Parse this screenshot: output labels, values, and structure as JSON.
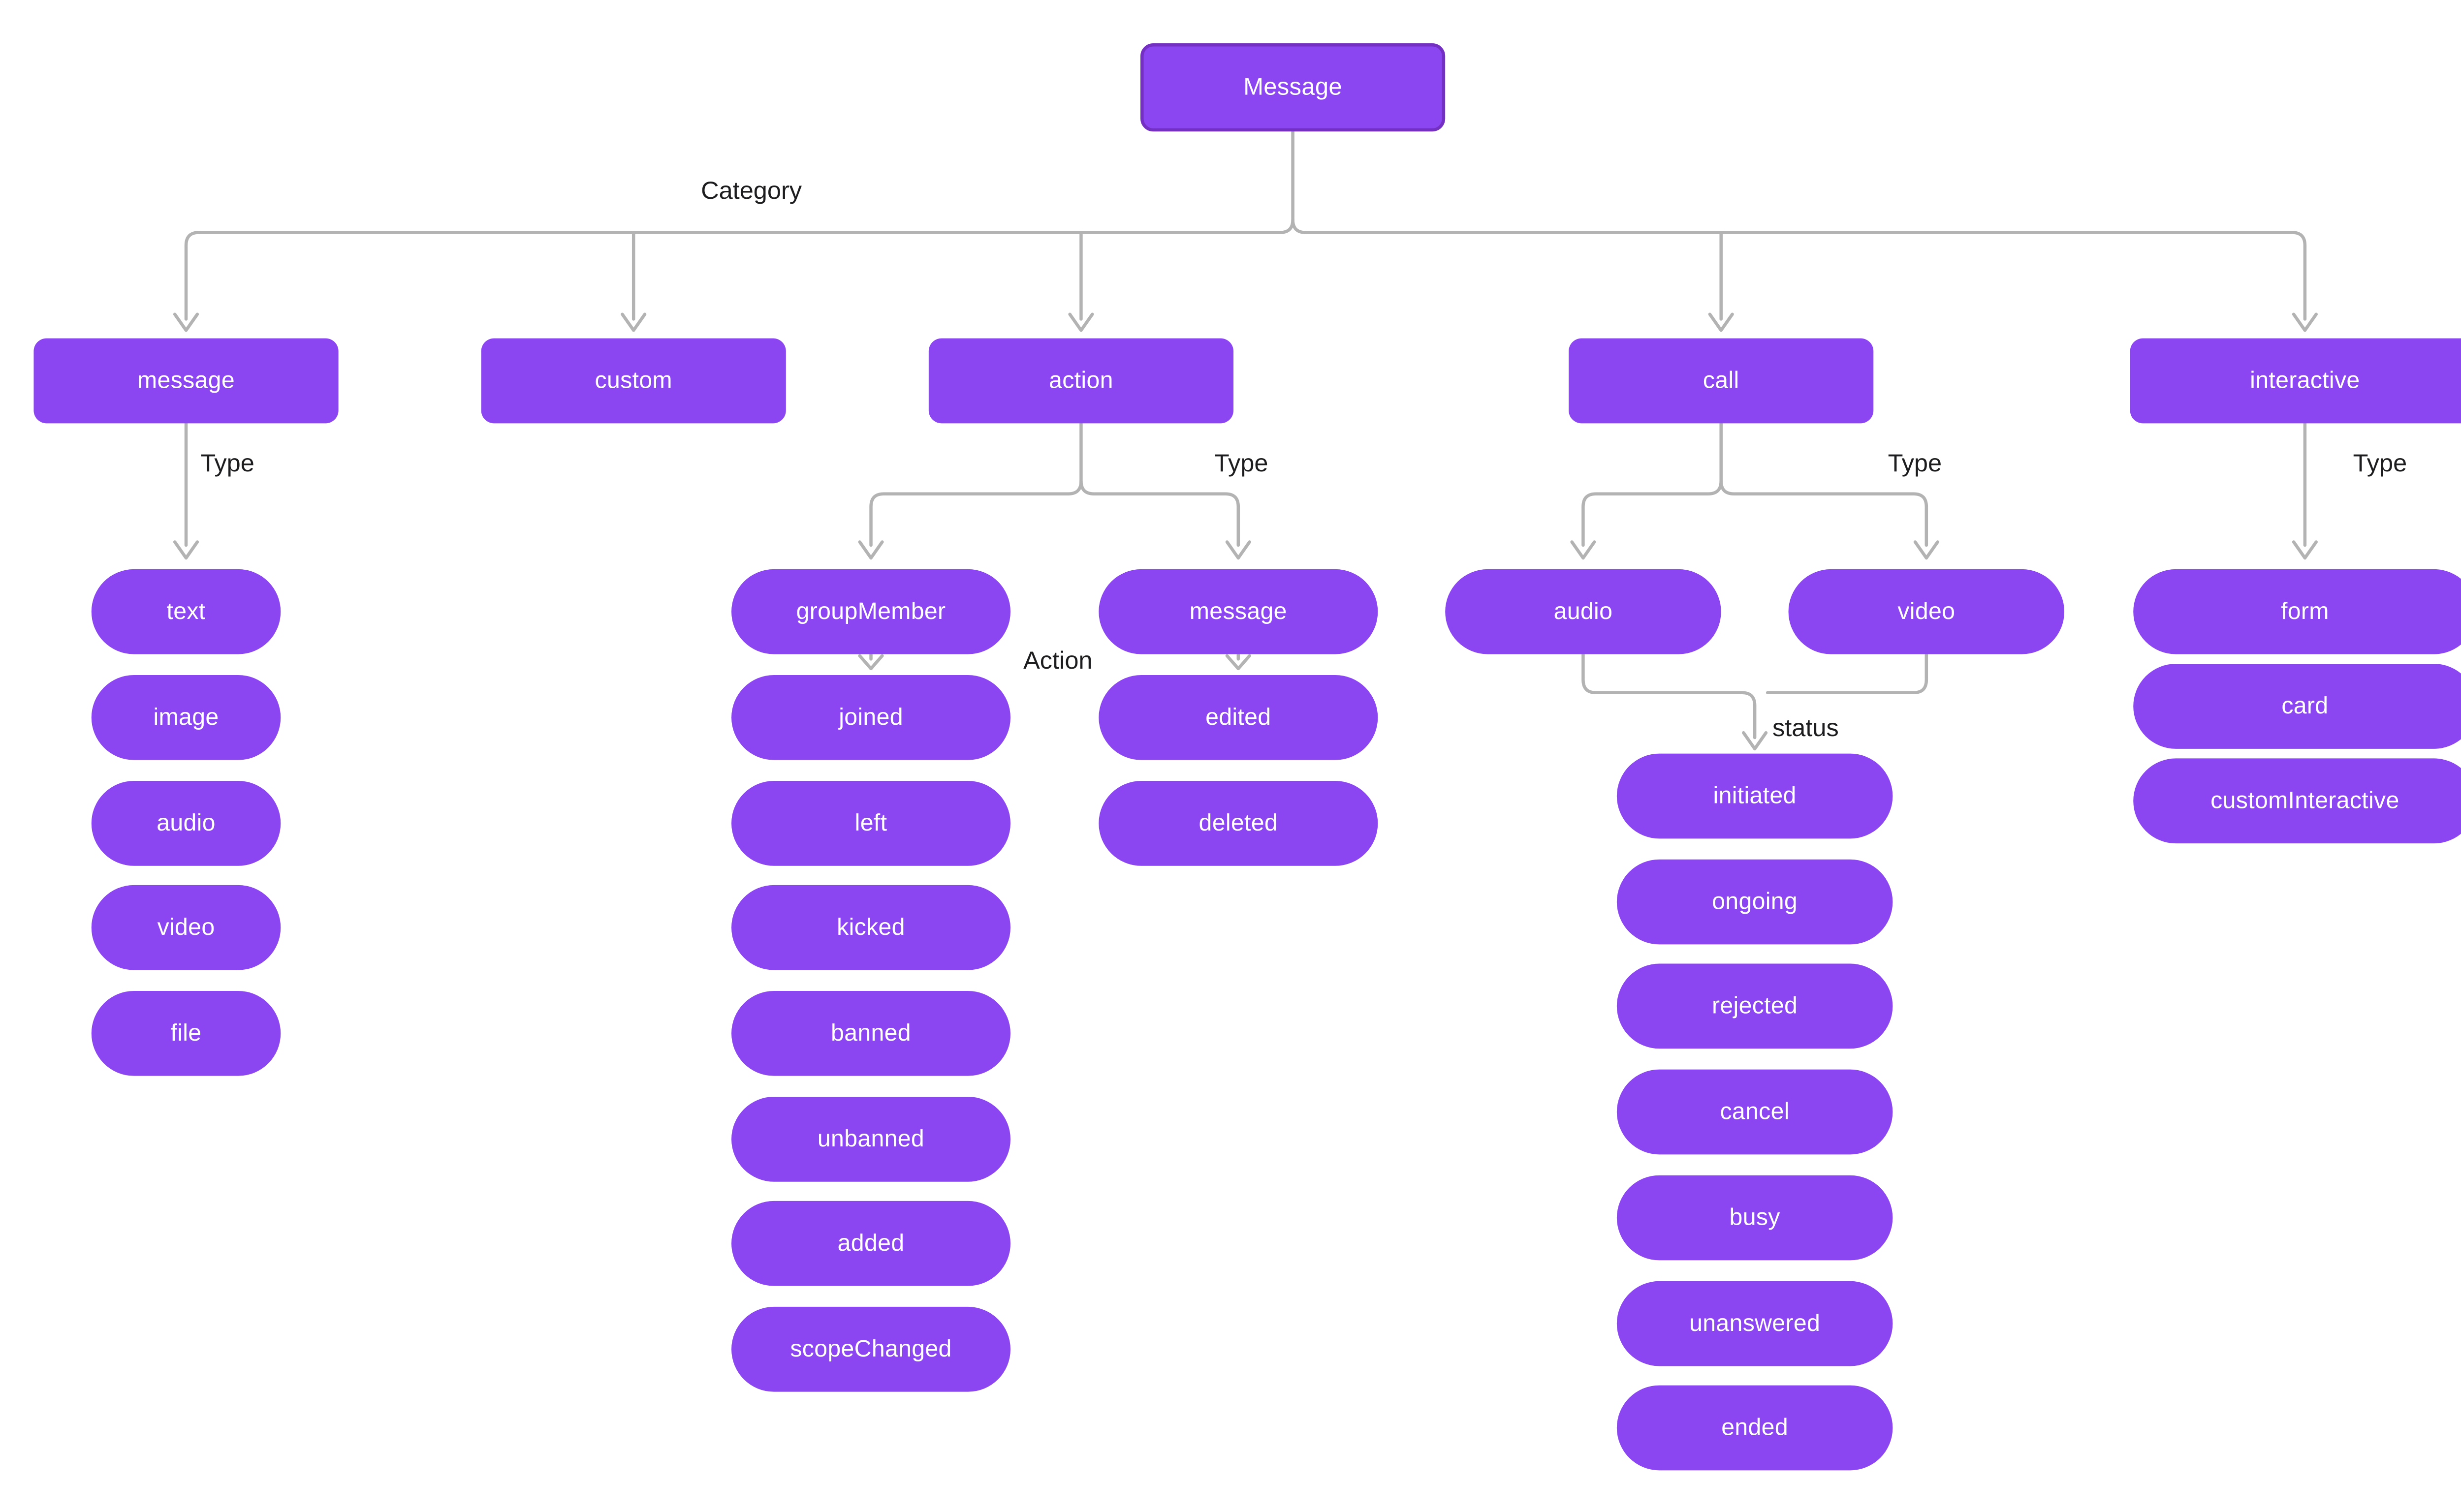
{
  "diagram": {
    "root": "Message",
    "edge_labels": {
      "category": "Category",
      "type": "Type",
      "action": "Action",
      "status": "status"
    },
    "categories": [
      "message",
      "custom",
      "action",
      "call",
      "interactive"
    ],
    "message_types": [
      "text",
      "image",
      "audio",
      "video",
      "file"
    ],
    "action_types": [
      "groupMember",
      "message"
    ],
    "group_member_actions": [
      "joined",
      "left",
      "kicked",
      "banned",
      "unbanned",
      "added",
      "scopeChanged"
    ],
    "message_action_types": [
      "edited",
      "deleted"
    ],
    "call_types": [
      "audio",
      "video"
    ],
    "call_statuses": [
      "initiated",
      "ongoing",
      "rejected",
      "cancel",
      "busy",
      "unanswered",
      "ended"
    ],
    "interactive_types": [
      "form",
      "card",
      "customInteractive"
    ]
  },
  "theme": {
    "node_fill": "#8b46f2",
    "root_border": "#7430c2",
    "node_text": "#ffffff",
    "line_color": "#b3b3b3",
    "label_color": "#1d1d1f",
    "background": "#ffffff"
  }
}
